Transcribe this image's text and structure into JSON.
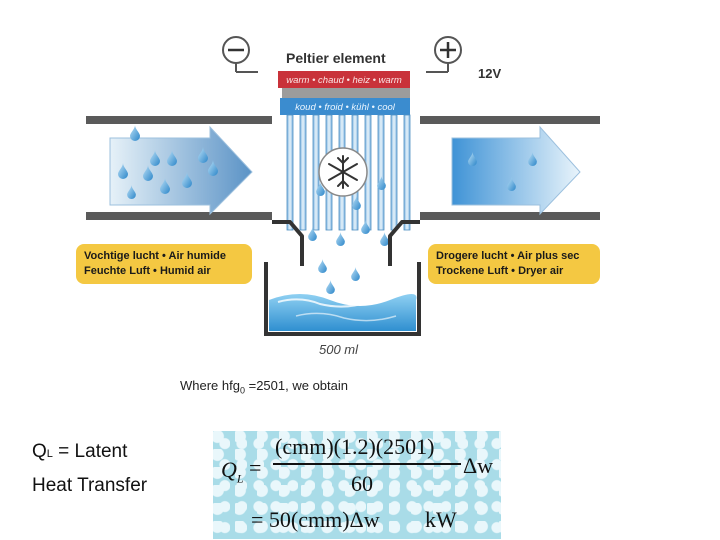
{
  "diagram": {
    "peltier_title": "Peltier element",
    "voltage": "12V",
    "minus_symbol": "−",
    "plus_symbol": "+",
    "warm_strip": "warm • chaud • heiz • warm",
    "cool_strip": "koud • froid • kühl • cool",
    "volume": "500 ml",
    "humid_air": [
      "Vochtige lucht • Air humide",
      "Feuchte Luft • Humid air"
    ],
    "dry_air": [
      "Drogere lucht • Air plus sec",
      "Trockene Luft • Dryer air"
    ],
    "colors": {
      "hot": "#c9323a",
      "cold": "#3b8ccf",
      "label_bg": "#f4c842",
      "water": "#4aa6dd",
      "duct": "#5a5a5a"
    }
  },
  "where_text_before": "Where hfg",
  "where_sub": "0",
  "where_text_after": " =2501, we obtain",
  "ql_symbol": "Q",
  "ql_sub": "L",
  "ql_label_rest": " = Latent",
  "ql_label_line2": "Heat Transfer",
  "formula": {
    "lhs": "Q",
    "lhs_sub": "L",
    "equals": "=",
    "numerator": "(cmm)(1.2)(2501)",
    "denominator": "60",
    "delta_w": "Δw",
    "line2": "= 50(cmm)Δw",
    "unit": "kW"
  }
}
